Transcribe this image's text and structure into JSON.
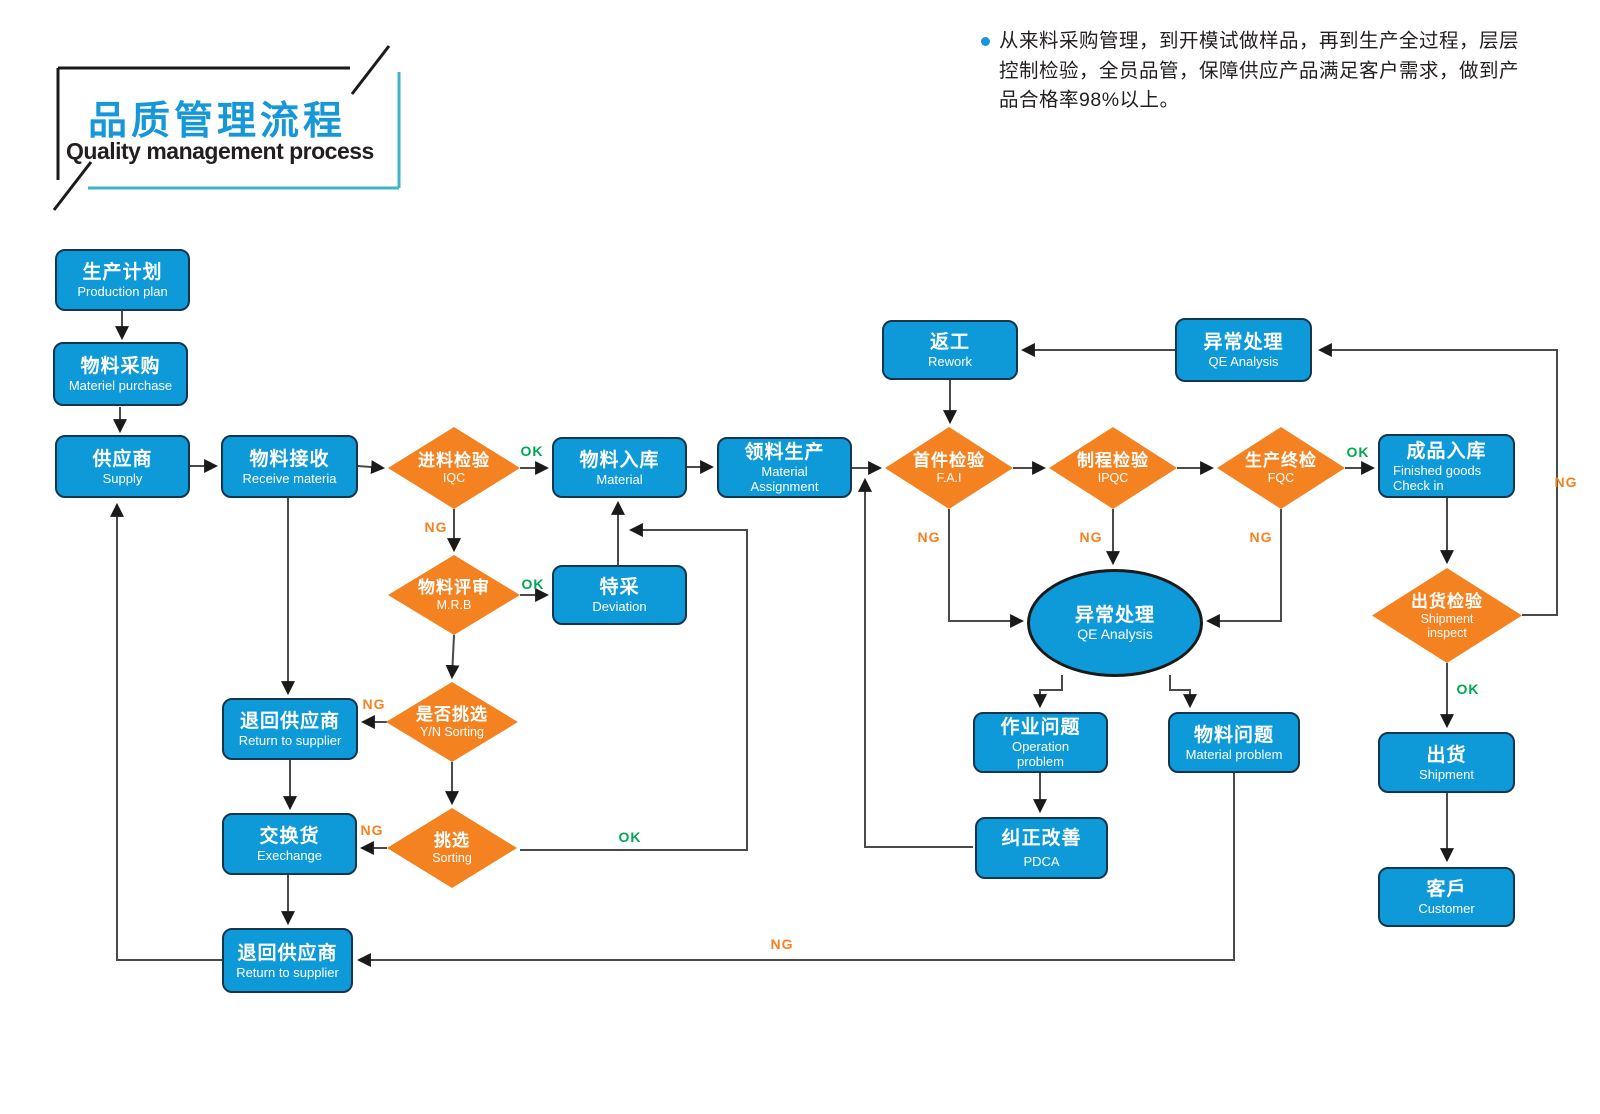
{
  "title": {
    "zh": "品质管理流程",
    "en": "Quality management process"
  },
  "description": {
    "text": "从来料采购管理，到开模试做样品，再到生产全过程，层层控制检验，全员品管，保障供应产品满足客户需求，做到产品合格率98%以上。"
  },
  "edge_labels": {
    "ok": "OK",
    "ng": "NG"
  },
  "colors": {
    "box_blue": "#0e9ad8",
    "box_border": "#14364d",
    "diamond_orange": "#f58220",
    "ok_green": "#00a651",
    "ng_orange": "#f58220",
    "title_blue": "#1697d8",
    "accent_teal": "#3fb4c6",
    "line_gray": "#4a4a4a",
    "text_dark": "#231f20"
  },
  "nodes": {
    "production_plan": {
      "zh": "生产计划",
      "en": "Production plan"
    },
    "material_purchase": {
      "zh": "物料采购",
      "en": "Materiel purchase"
    },
    "supply": {
      "zh": "供应商",
      "en": "Supply"
    },
    "receive_material": {
      "zh": "物料接收",
      "en": "Receive materia"
    },
    "material_warehouse": {
      "zh": "物料入库",
      "en": "Material"
    },
    "material_assignment": {
      "zh": "领料生产",
      "en": "Material Assignment"
    },
    "deviation": {
      "zh": "特采",
      "en": "Deviation"
    },
    "return_supplier_1": {
      "zh": "退回供应商",
      "en": "Return to supplier"
    },
    "exchange": {
      "zh": "交换货",
      "en": "Exechange"
    },
    "return_supplier_2": {
      "zh": "退回供应商",
      "en": "Return to supplier"
    },
    "rework": {
      "zh": "返工",
      "en": "Rework"
    },
    "qe_analysis_box": {
      "zh": "异常处理",
      "en": "QE Analysis"
    },
    "qe_analysis_ellipse": {
      "zh": "异常处理",
      "en": "QE Analysis"
    },
    "finished_goods": {
      "zh": "成品入库",
      "en": "Finished goods Check in"
    },
    "operation_problem": {
      "zh": "作业问题",
      "en": "Operation problem"
    },
    "material_problem": {
      "zh": "物料问题",
      "en": "Material problem"
    },
    "pdca": {
      "zh": "纠正改善",
      "en": "PDCA"
    },
    "shipment": {
      "zh": "出货",
      "en": "Shipment"
    },
    "customer": {
      "zh": "客戶",
      "en": "Customer"
    },
    "iqc": {
      "zh": "进料检验",
      "en": "IQC"
    },
    "mrb": {
      "zh": "物料评审",
      "en": "M.R.B"
    },
    "yn_sorting": {
      "zh": "是否挑选",
      "en": "Y/N Sorting"
    },
    "sorting": {
      "zh": "挑选",
      "en": "Sorting"
    },
    "fai": {
      "zh": "首件检验",
      "en": "F.A.I"
    },
    "ipqc": {
      "zh": "制程检验",
      "en": "IPQC"
    },
    "fqc": {
      "zh": "生产终检",
      "en": "FQC"
    },
    "shipment_inspect": {
      "zh": "出货检验",
      "en": "Shipment inspect"
    }
  }
}
